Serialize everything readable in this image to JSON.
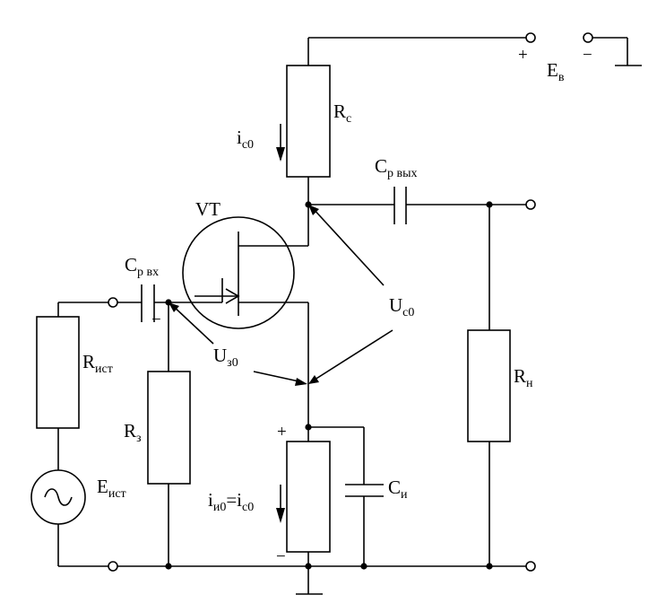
{
  "labels": {
    "rc": {
      "main": "R",
      "sub": "c"
    },
    "ic0": {
      "main": "i",
      "sub": "c0"
    },
    "crout": {
      "main": "C",
      "sub": "р вых"
    },
    "vt": "VT",
    "crin": {
      "main": "C",
      "sub": "р вх"
    },
    "uc0": {
      "main": "U",
      "sub": "c0"
    },
    "uz0": {
      "main": "U",
      "sub": "з0"
    },
    "rist": {
      "main": "R",
      "sub": "ист"
    },
    "rz": {
      "main": "R",
      "sub": "з"
    },
    "rn": {
      "main": "R",
      "sub": "н"
    },
    "eist": {
      "main": "E",
      "sub": "ист"
    },
    "ci": {
      "main": "C",
      "sub": "и"
    },
    "ii0": {
      "main": "i",
      "sub": "и0",
      "eq": "=i",
      "sub2": "c0"
    },
    "ev": {
      "main": "E",
      "sub": "в"
    },
    "plus_supply": "+",
    "minus_supply": "−",
    "plus_ri": "+",
    "minus_ri": "−",
    "minus_cin": "−"
  }
}
